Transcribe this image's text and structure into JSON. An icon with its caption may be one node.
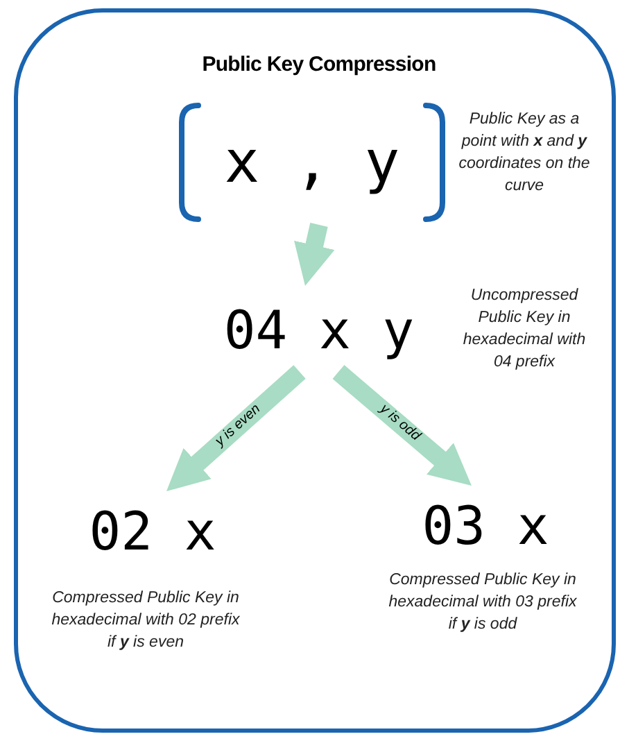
{
  "diagram": {
    "title": "Public Key Compression",
    "nodes": [
      {
        "text": [
          "x , y"
        ],
        "beside": [
          "Public Key as a point with **x** and **y** coordinates on the curve"
        ]
      },
      {
        "text": [
          "04 x y"
        ],
        "beside": [
          "Uncompressed Public Key in hexadecimal with 04 prefix"
        ]
      },
      {
        "text": [
          "02 x"
        ],
        "beside": [
          "Compressed Public Key in hexadecimal with 02 prefix if **y** is even"
        ]
      },
      {
        "text": [
          "03 x"
        ],
        "beside": [
          "Compressed Public Key in hexadecimal with 03 prefix if **y** is odd"
        ]
      }
    ],
    "edges": [
      {
        "from": 0,
        "to": 1,
        "arrow": "to"
      },
      {
        "from": 1,
        "to": 2,
        "arrow": "to",
        "label": "y is even"
      },
      {
        "from": 1,
        "to": 3,
        "arrow": "to",
        "label": "y is odd"
      }
    ]
  }
}
